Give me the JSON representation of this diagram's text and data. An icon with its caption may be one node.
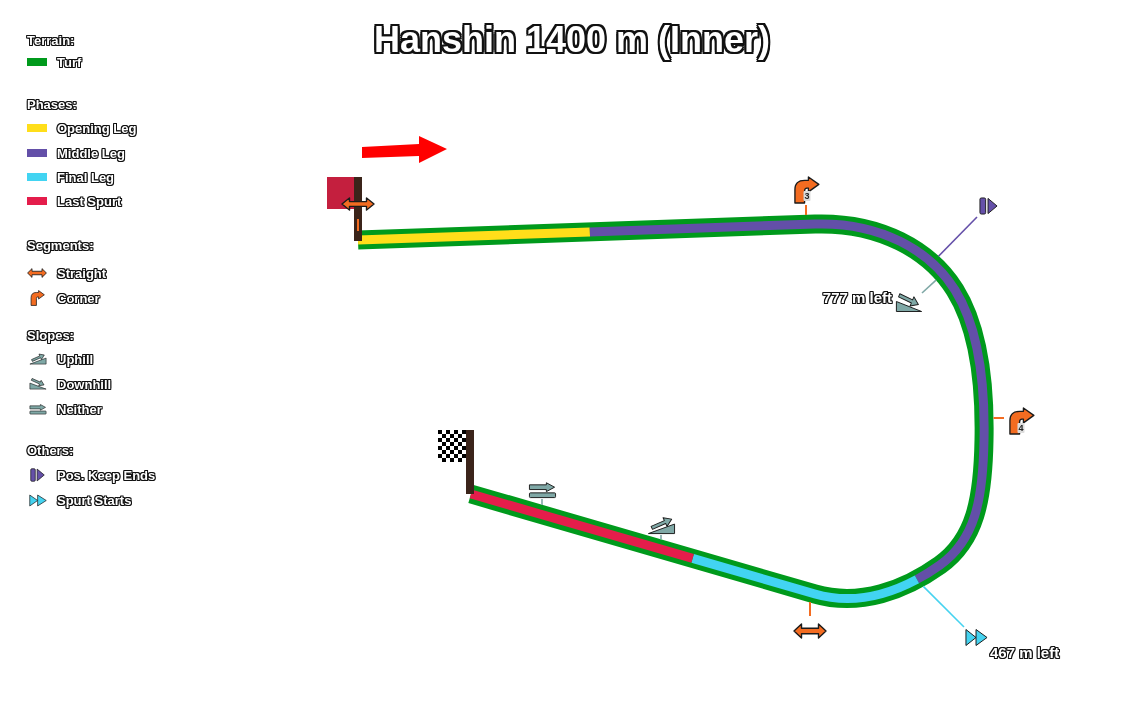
{
  "diagram": {
    "title": "Hanshin 1400 m (Inner)",
    "labels": [
      "Terrain:",
      "Phases:",
      "Segments:",
      "Slopes:",
      "Others:",
      "3",
      "777 m left",
      "4",
      "467 m left"
    ],
    "legend": [
      {
        "text": "Turf",
        "color": "#009a1c"
      },
      {
        "text": "Opening Leg",
        "color": "#ffde1a"
      },
      {
        "text": "Middle Leg",
        "color": "#634fa8"
      },
      {
        "text": "Final Leg",
        "color": "#42d4f2"
      },
      {
        "text": "Last Spurt",
        "color": "#e41d4b"
      },
      {
        "text": "Straight"
      },
      {
        "text": "Corner"
      },
      {
        "text": "Uphill"
      },
      {
        "text": "Downhill"
      },
      {
        "text": "Neither"
      },
      {
        "text": "Pos. Keep Ends"
      },
      {
        "text": "Spurt Starts"
      }
    ]
  }
}
